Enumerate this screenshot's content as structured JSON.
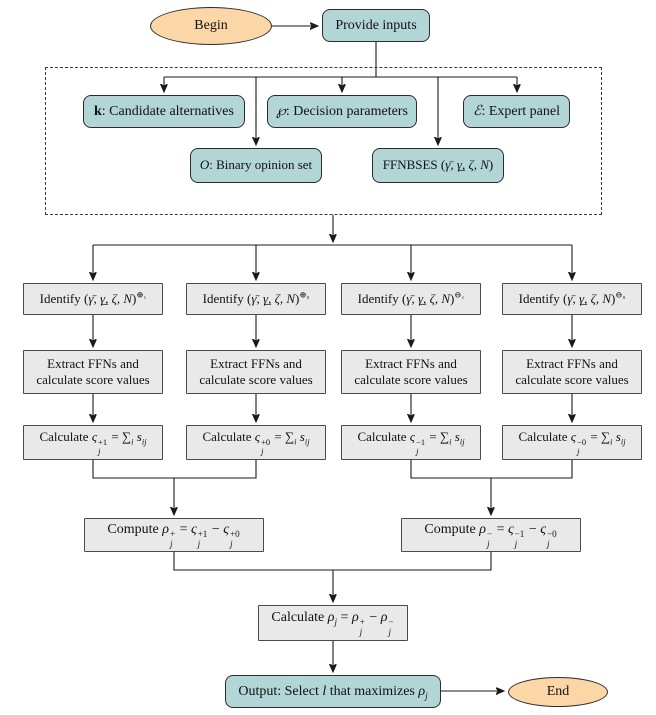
{
  "colors": {
    "teal": "#b2d6d5",
    "orange": "#fbd6a6",
    "gray": "#e9e9e9",
    "line": "#1a1a1a",
    "border_dark": "#2b2b2b"
  },
  "flow": {
    "begin": "Begin",
    "provide_inputs": "Provide inputs",
    "inputs_group": {
      "candidate_alternatives": {
        "segments": [
          {
            "b": "k"
          },
          {
            "t": ": Candidate alternatives"
          }
        ]
      },
      "decision_parameters": {
        "segments": [
          {
            "i": "℘"
          },
          {
            "t": ": Decision parameters"
          }
        ]
      },
      "expert_panel": {
        "segments": [
          {
            "i": "ℰ"
          },
          {
            "t": ": Expert panel"
          }
        ]
      },
      "binary_opinion_set": {
        "segments": [
          {
            "i": "O"
          },
          {
            "t": ": Binary opinion set"
          }
        ]
      },
      "ffnbses": {
        "segments": [
          {
            "t": "FFNBSES ("
          },
          {
            "i": "γ̄, γ̲, ζ, N"
          },
          {
            "t": ")"
          }
        ]
      }
    },
    "columns": [
      {
        "identify": {
          "segments": [
            {
              "t": "Identify ("
            },
            {
              "i": "γ̄, γ̲, ζ, N"
            },
            {
              "t": ")"
            },
            {
              "sup": "⊕₁"
            }
          ]
        },
        "extract": "Extract FFNs and\ncalculate score values",
        "calculate": {
          "segments": [
            {
              "t": "Calculate "
            },
            {
              "i": "ς"
            },
            {
              "ss": [
                "+1",
                "j"
              ]
            },
            {
              "t": " = ∑"
            },
            {
              "sub": "i"
            },
            {
              "i": " s"
            },
            {
              "sub": "ij"
            }
          ]
        }
      },
      {
        "identify": {
          "segments": [
            {
              "t": "Identify ("
            },
            {
              "i": "γ̄, γ̲, ζ, N"
            },
            {
              "t": ")"
            },
            {
              "sup": "⊕₀"
            }
          ]
        },
        "extract": "Extract FFNs and\ncalculate score values",
        "calculate": {
          "segments": [
            {
              "t": "Calculate "
            },
            {
              "i": "ς"
            },
            {
              "ss": [
                "+0",
                "j"
              ]
            },
            {
              "t": " = ∑"
            },
            {
              "sub": "i"
            },
            {
              "i": " s"
            },
            {
              "sub": "ij"
            }
          ]
        }
      },
      {
        "identify": {
          "segments": [
            {
              "t": "Identify ("
            },
            {
              "i": "γ̄, γ̲, ζ, N"
            },
            {
              "t": ")"
            },
            {
              "sup": "⊖₁"
            }
          ]
        },
        "extract": "Extract FFNs and\ncalculate score values",
        "calculate": {
          "segments": [
            {
              "t": "Calculate "
            },
            {
              "i": "ς"
            },
            {
              "ss": [
                "−1",
                "j"
              ]
            },
            {
              "t": " = ∑"
            },
            {
              "sub": "i"
            },
            {
              "i": " s"
            },
            {
              "sub": "ij"
            }
          ]
        }
      },
      {
        "identify": {
          "segments": [
            {
              "t": "Identify ("
            },
            {
              "i": "γ̄, γ̲, ζ, N"
            },
            {
              "t": ")"
            },
            {
              "sup": "⊖₀"
            }
          ]
        },
        "extract": "Extract FFNs and\ncalculate score values",
        "calculate": {
          "segments": [
            {
              "t": "Calculate "
            },
            {
              "i": "ς"
            },
            {
              "ss": [
                "−0",
                "j"
              ]
            },
            {
              "t": " = ∑"
            },
            {
              "sub": "i"
            },
            {
              "i": " s"
            },
            {
              "sub": "ij"
            }
          ]
        }
      }
    ],
    "compute_positive": {
      "segments": [
        {
          "t": "Compute "
        },
        {
          "i": "ρ"
        },
        {
          "ss": [
            "+",
            "j"
          ]
        },
        {
          "t": " = "
        },
        {
          "i": "ς"
        },
        {
          "ss": [
            "+1",
            "j"
          ]
        },
        {
          "t": " − "
        },
        {
          "i": "ς"
        },
        {
          "ss": [
            "+0",
            "j"
          ]
        }
      ]
    },
    "compute_negative": {
      "segments": [
        {
          "t": "Compute "
        },
        {
          "i": "ρ"
        },
        {
          "ss": [
            "−",
            "j"
          ]
        },
        {
          "t": " = "
        },
        {
          "i": "ς"
        },
        {
          "ss": [
            "−1",
            "j"
          ]
        },
        {
          "t": " − "
        },
        {
          "i": "ς"
        },
        {
          "ss": [
            "−0",
            "j"
          ]
        }
      ]
    },
    "calculate_rho": {
      "segments": [
        {
          "t": "Calculate "
        },
        {
          "i": "ρ"
        },
        {
          "sub": "j"
        },
        {
          "t": " = "
        },
        {
          "i": "ρ"
        },
        {
          "ss": [
            "+",
            "j"
          ]
        },
        {
          "t": " − "
        },
        {
          "i": "ρ"
        },
        {
          "ss": [
            "−",
            "j"
          ]
        }
      ]
    },
    "output": {
      "segments": [
        {
          "t": "Output: Select "
        },
        {
          "i": "l"
        },
        {
          "t": " that maximizes "
        },
        {
          "i": "ρ"
        },
        {
          "sub": "j"
        }
      ]
    },
    "end": "End"
  }
}
